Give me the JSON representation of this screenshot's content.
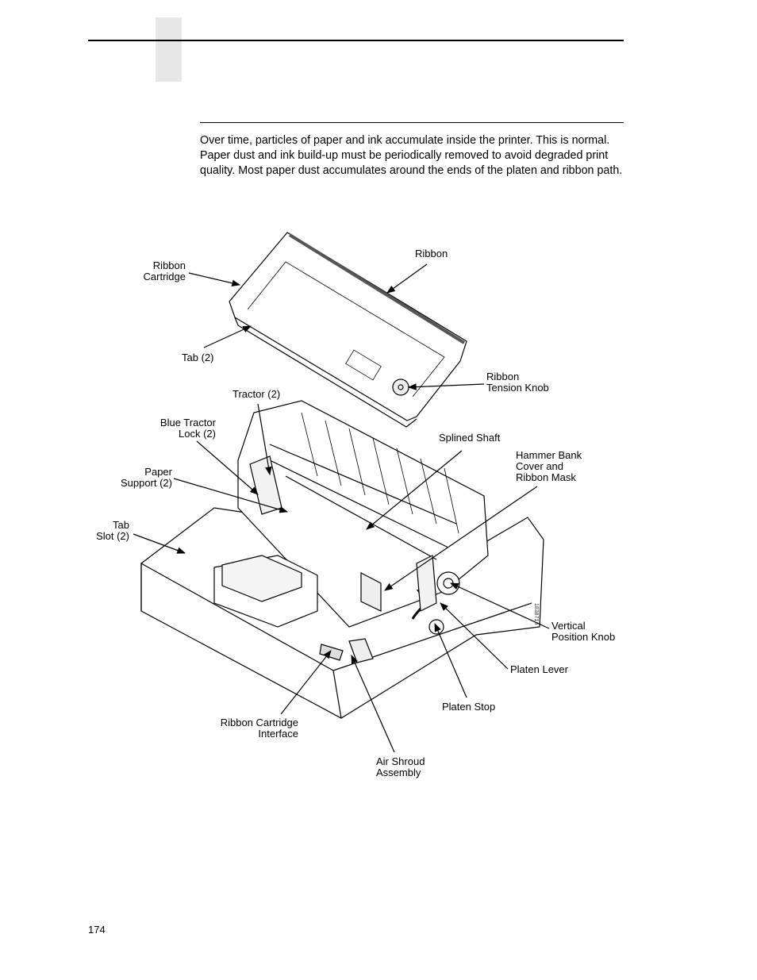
{
  "body_text": "Over time, particles of paper and ink accumulate inside the printer. This is normal. Paper dust and ink build-up must be periodically removed to avoid degraded print quality. Most paper dust accumulates around the ends of the platen and ribbon path.",
  "figure": {
    "labels": {
      "ribbon_cartridge": "Ribbon\nCartridge",
      "ribbon": "Ribbon",
      "tab": "Tab (2)",
      "ribbon_tension_knob": "Ribbon\nTension Knob",
      "tractor": "Tractor (2)",
      "blue_tractor_lock": "Blue Tractor\nLock (2)",
      "splined_shaft": "Splined Shaft",
      "hammer_bank_cover": "Hammer Bank\nCover and\nRibbon Mask",
      "paper_support": "Paper\nSupport (2)",
      "tab_slot": "Tab\nSlot (2)",
      "vertical_position_knob": "Vertical\nPosition Knob",
      "platen_lever": "Platen Lever",
      "platen_stop": "Platen Stop",
      "ribbon_cartridge_interface": "Ribbon Cartridge\nInterface",
      "air_shroud_assembly": "Air Shroud\nAssembly"
    },
    "figure_number": "183871a"
  },
  "page_number": "174"
}
